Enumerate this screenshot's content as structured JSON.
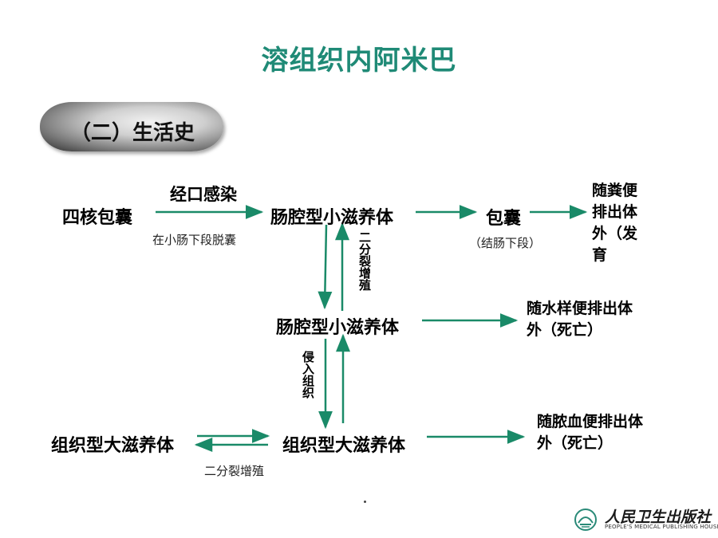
{
  "title": "溶组织内阿米巴",
  "section": "（二）生活史",
  "nodes": {
    "cyst4": "四核包囊",
    "troph_small_1": "肠腔型小滋养体",
    "cyst": "包囊",
    "troph_small_2": "肠腔型小滋养体",
    "troph_large_left": "组织型大滋养体",
    "troph_large_right": "组织型大滋养体"
  },
  "labels": {
    "infection": "经口感染",
    "excyst_site": "在小肠下段脱囊",
    "cyst_site": "（结肠下段）",
    "binary_fission_vertical": "二分裂增殖",
    "invade_tissue": "侵入组织",
    "binary_fission_bottom": "二分裂增殖"
  },
  "outcomes": {
    "feces": "随粪便排出体外（发育",
    "watery": "随水样便排出体外（死亡）",
    "bloody": "随脓血便排出体外（死亡）"
  },
  "footer": {
    "publisher_cn": "人民卫生出版社",
    "publisher_en": "PEOPLE'S MEDICAL PUBLISHING HOUSE",
    "dot": "."
  },
  "colors": {
    "title": "#1f8a76",
    "arrow": "#1a8a68"
  }
}
